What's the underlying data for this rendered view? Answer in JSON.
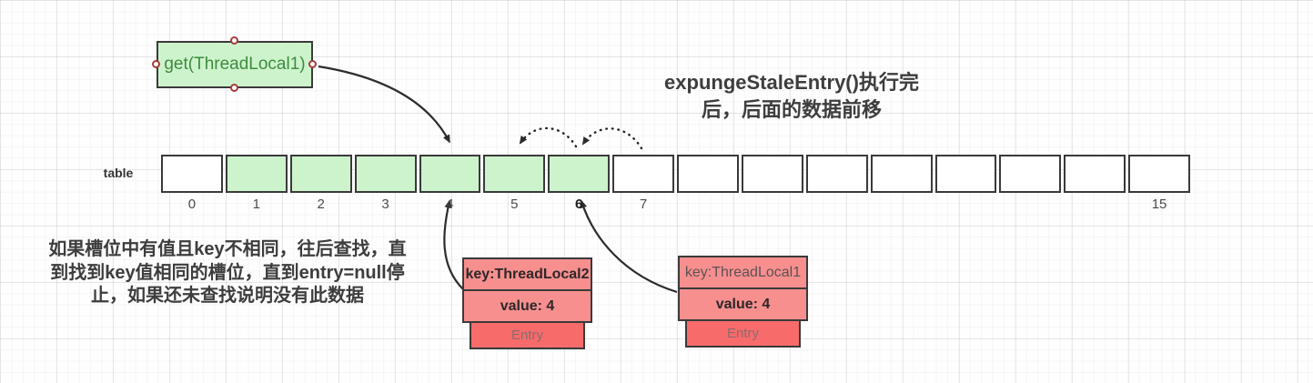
{
  "diagram": {
    "get_box": {
      "label": "get(ThreadLocal1)"
    },
    "title": {
      "line1": "expungeStaleEntry()执行完",
      "line2": "后，后面的数据前移"
    },
    "note": {
      "line1": "如果槽位中有值且key不相同，往后查找，直",
      "line2": "到找到key值相同的槽位，直到entry=null停",
      "line3": "止，如果还未查找说明没有此数据"
    },
    "table": {
      "label": "table",
      "cells": [
        {
          "index": "0",
          "filled": false,
          "show_index": true,
          "bold": false
        },
        {
          "index": "1",
          "filled": true,
          "show_index": true,
          "bold": false
        },
        {
          "index": "2",
          "filled": true,
          "show_index": true,
          "bold": false
        },
        {
          "index": "3",
          "filled": true,
          "show_index": true,
          "bold": false
        },
        {
          "index": "4",
          "filled": true,
          "show_index": true,
          "bold": false
        },
        {
          "index": "5",
          "filled": true,
          "show_index": true,
          "bold": false
        },
        {
          "index": "6",
          "filled": true,
          "show_index": true,
          "bold": true
        },
        {
          "index": "7",
          "filled": false,
          "show_index": true,
          "bold": false
        },
        {
          "index": "8",
          "filled": false,
          "show_index": false,
          "bold": false
        },
        {
          "index": "9",
          "filled": false,
          "show_index": false,
          "bold": false
        },
        {
          "index": "10",
          "filled": false,
          "show_index": false,
          "bold": false
        },
        {
          "index": "11",
          "filled": false,
          "show_index": false,
          "bold": false
        },
        {
          "index": "12",
          "filled": false,
          "show_index": false,
          "bold": false
        },
        {
          "index": "13",
          "filled": false,
          "show_index": false,
          "bold": false
        },
        {
          "index": "14",
          "filled": false,
          "show_index": false,
          "bold": false
        },
        {
          "index": "15",
          "filled": false,
          "show_index": true,
          "bold": false
        }
      ]
    },
    "entries": [
      {
        "key": "key:ThreadLocal2",
        "value": "value: 4",
        "label": "Entry"
      },
      {
        "key": "key:ThreadLocal1",
        "value": "value: 4",
        "label": "Entry"
      }
    ],
    "colors": {
      "green_fill": "#cdf3cc",
      "green_text": "#3f8b3f",
      "salmon": "#f78f8f",
      "red": "#f76b6b",
      "border": "#3a3a3a",
      "handle": "#a83b3b",
      "arrow": "#2c2c2c"
    }
  }
}
